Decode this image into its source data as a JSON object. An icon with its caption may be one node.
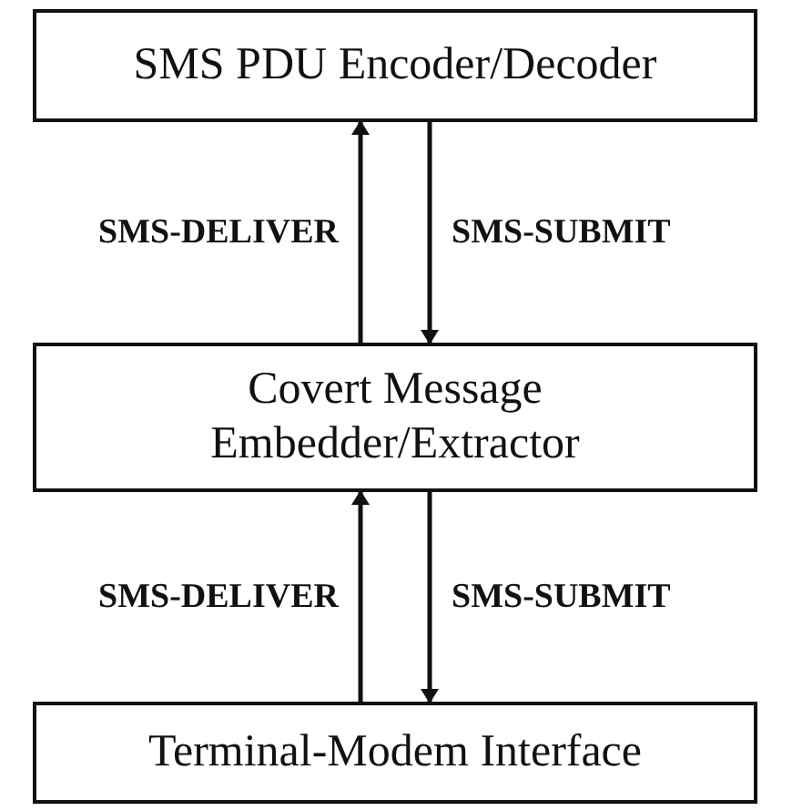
{
  "diagram": {
    "nodes": [
      {
        "text": [
          "SMS PDU Encoder/Decoder"
        ]
      },
      {
        "text": [
          "Covert Message Embedder/Extractor"
        ]
      },
      {
        "text": [
          "Terminal-Modem Interface"
        ]
      }
    ],
    "edges": [
      {
        "from": 1,
        "to": 0,
        "arrow": "to",
        "label": "SMS-DELIVER"
      },
      {
        "from": 0,
        "to": 1,
        "arrow": "to",
        "label": "SMS-SUBMIT"
      },
      {
        "from": 2,
        "to": 1,
        "arrow": "to",
        "label": "SMS-DELIVER"
      },
      {
        "from": 1,
        "to": 2,
        "arrow": "to",
        "label": "SMS-SUBMIT"
      }
    ]
  }
}
